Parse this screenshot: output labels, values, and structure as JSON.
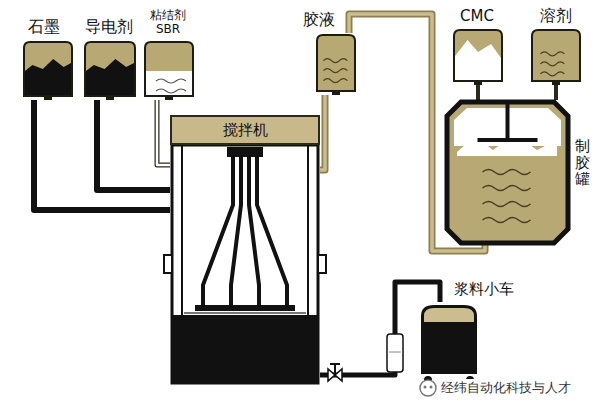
{
  "diagram": {
    "nodes": [
      {
        "text": [
          "石墨"
        ]
      },
      {
        "text": [
          "导电剂"
        ]
      },
      {
        "text": [
          "粘结剂 SBR"
        ]
      },
      {
        "text": [
          "胶液"
        ]
      },
      {
        "text": [
          "CMC"
        ]
      },
      {
        "text": [
          "溶剂"
        ]
      },
      {
        "text": [
          "搅拌机"
        ]
      },
      {
        "text": [
          "制胶罐"
        ]
      },
      {
        "text": [
          "浆料小车"
        ]
      }
    ],
    "edges": [
      {
        "from": 0,
        "to": 6,
        "arrow": "none"
      },
      {
        "from": 1,
        "to": 6,
        "arrow": "none"
      },
      {
        "from": 2,
        "to": 6,
        "arrow": "none"
      },
      {
        "from": 3,
        "to": 6,
        "arrow": "none"
      },
      {
        "from": 4,
        "to": 7,
        "arrow": "none"
      },
      {
        "from": 5,
        "to": 7,
        "arrow": "none"
      },
      {
        "from": 6,
        "to": 8,
        "arrow": "none"
      },
      {
        "from": 7,
        "to": 3,
        "arrow": "none"
      }
    ],
    "labels": [
      "经纬自动化科技与人才"
    ]
  }
}
